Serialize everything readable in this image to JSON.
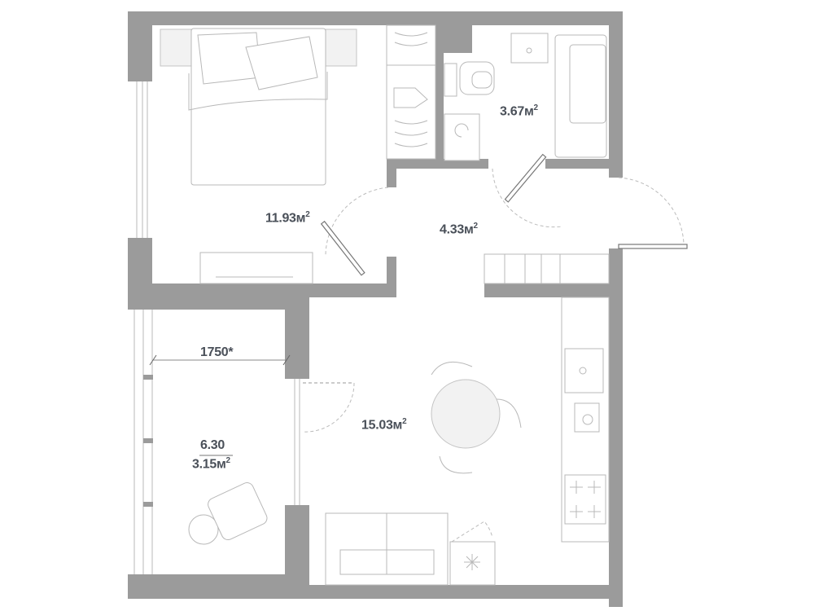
{
  "plan": {
    "rooms": [
      {
        "id": "bedroom",
        "area": "11.93м",
        "unit_sup": "2"
      },
      {
        "id": "bathroom",
        "area": "3.67м",
        "unit_sup": "2"
      },
      {
        "id": "hallway",
        "area": "4.33м",
        "unit_sup": "2"
      },
      {
        "id": "living-kitchen",
        "area": "15.03м",
        "unit_sup": "2"
      },
      {
        "id": "balcony",
        "full_area": "6.30",
        "area": "3.15м",
        "unit_sup": "2"
      }
    ],
    "balcony_width_dimension": "1750*",
    "colors": {
      "wall": "#9b9b9b",
      "text": "#4a5059",
      "furniture": "#b8b8b8"
    }
  }
}
